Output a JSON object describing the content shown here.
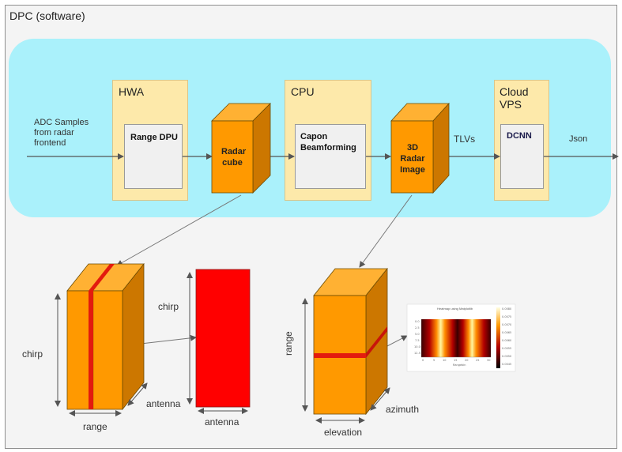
{
  "frame": {
    "title": "DPC (software)"
  },
  "pipeline": {
    "input_label": "ADC Samples\nfrom radar\nfrontend",
    "hwa": {
      "title": "HWA",
      "inner": "Range DPU"
    },
    "radar_cube": "Radar\ncube",
    "cpu": {
      "title": "CPU",
      "inner": "Capon\nBeamforming"
    },
    "radar_image": "3D\nRadar\nImage",
    "tlvs_label": "TLVs",
    "cloud": {
      "title": "Cloud\nVPS",
      "inner": "DCNN"
    },
    "output_label": "Json"
  },
  "cube_detail": {
    "chirp": "chirp",
    "range": "range",
    "antenna": "antenna",
    "slice_chirp": "chirp",
    "slice_antenna": "antenna"
  },
  "image_detail": {
    "range": "range",
    "elevation": "elevation",
    "azimuth": "azimuth",
    "heatmap_title": "Heatmap using Matplotlib"
  },
  "colors": {
    "blue_band": "#aaf1fb",
    "module_fill": "#fde9aa",
    "cube_orange": "#ff9900",
    "slice_red": "#ff0000",
    "frame_bg": "#f4f4f4"
  }
}
